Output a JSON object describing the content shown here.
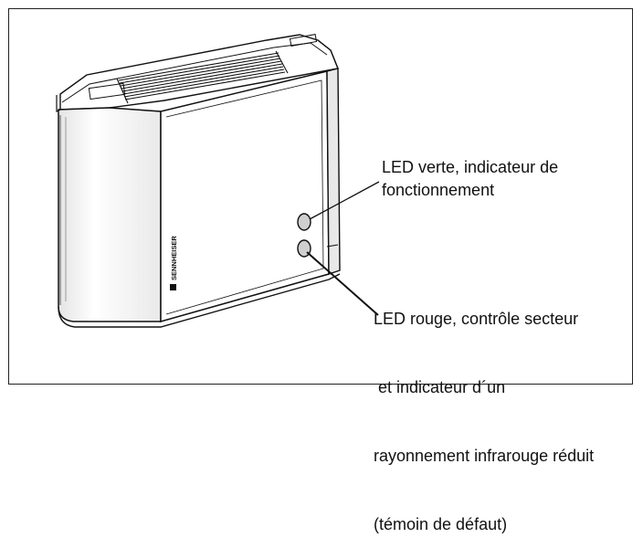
{
  "device": {
    "brand_mark": "SENNHEISER"
  },
  "callouts": {
    "green_led": {
      "lines": [
        "LED verte, indicateur de",
        "fonctionnement"
      ]
    },
    "red_led": {
      "lines": [
        "LED rouge, contrôle secteur",
        " et indicateur d´un",
        "rayonnement infrarouge réduit",
        "(témoin de défaut)"
      ]
    }
  },
  "colors": {
    "line": "#111111",
    "led_fill": "#c8c8c8",
    "shade": "#d9d9d9"
  }
}
